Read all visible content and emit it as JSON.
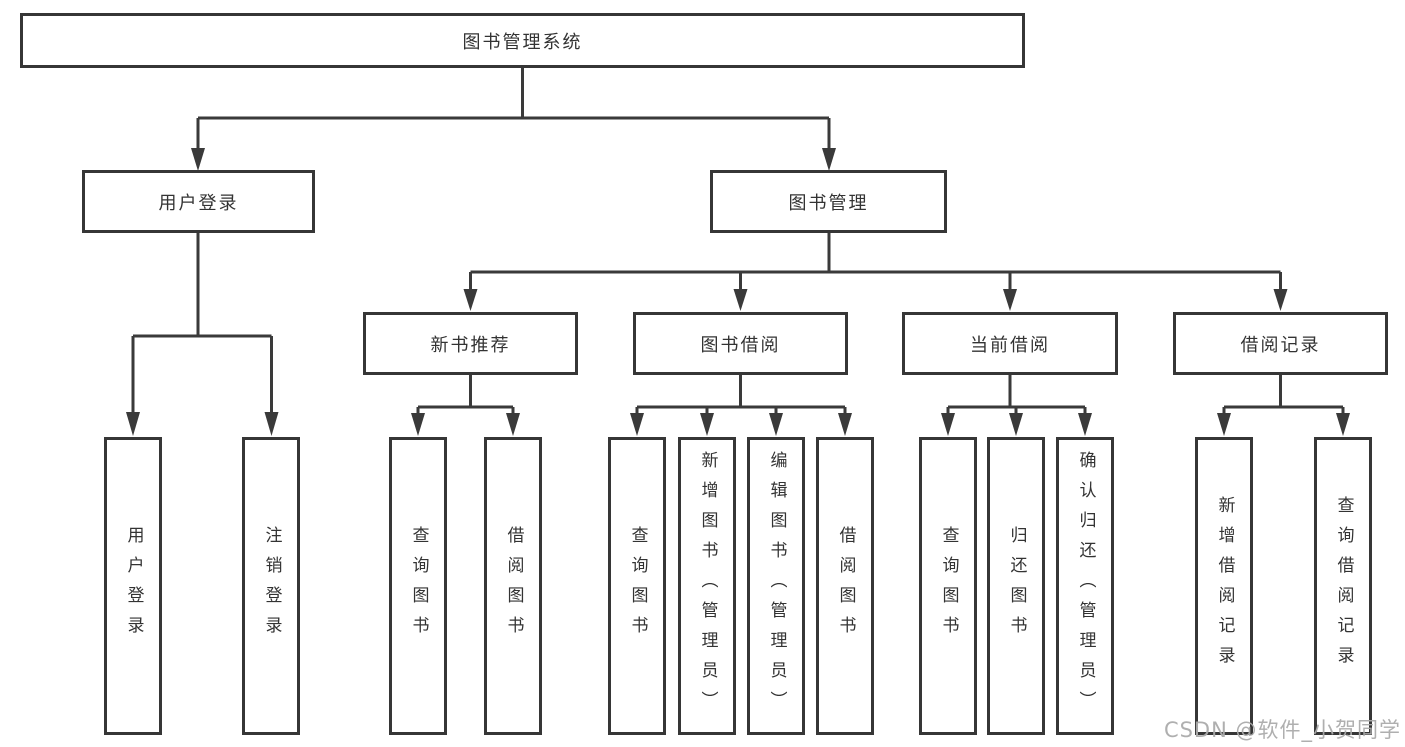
{
  "diagram": {
    "root": {
      "label": "图书管理系统"
    },
    "level2": [
      {
        "id": "user-login",
        "label": "用户登录"
      },
      {
        "id": "book-management",
        "label": "图书管理"
      }
    ],
    "level3": [
      {
        "id": "new-book-recommend",
        "parent": "图书管理",
        "label": "新书推荐"
      },
      {
        "id": "book-borrowing",
        "parent": "图书管理",
        "label": "图书借阅"
      },
      {
        "id": "current-borrowing",
        "parent": "图书管理",
        "label": "当前借阅"
      },
      {
        "id": "borrowing-records",
        "parent": "图书管理",
        "label": "借阅记录"
      }
    ],
    "leaves": [
      {
        "parent": "用户登录",
        "label": "用户登录"
      },
      {
        "parent": "用户登录",
        "label": "注销登录"
      },
      {
        "parent": "新书推荐",
        "label": "查询图书"
      },
      {
        "parent": "新书推荐",
        "label": "借阅图书"
      },
      {
        "parent": "图书借阅",
        "label": "查询图书"
      },
      {
        "parent": "图书借阅",
        "label": "新增图书（管理员）"
      },
      {
        "parent": "图书借阅",
        "label": "编辑图书（管理员）"
      },
      {
        "parent": "图书借阅",
        "label": "借阅图书"
      },
      {
        "parent": "当前借阅",
        "label": "查询图书"
      },
      {
        "parent": "当前借阅",
        "label": "归还图书"
      },
      {
        "parent": "当前借阅",
        "label": "确认归还（管理员）"
      },
      {
        "parent": "借阅记录",
        "label": "新增借阅记录"
      },
      {
        "parent": "借阅记录",
        "label": "查询借阅记录"
      }
    ],
    "watermark": "CSDN @软件_小贺同学",
    "colors": {
      "background": "#ffffff",
      "line": "#3a3a3a",
      "box_border": "#363636",
      "text": "#333333",
      "watermark": "#ababab"
    }
  }
}
